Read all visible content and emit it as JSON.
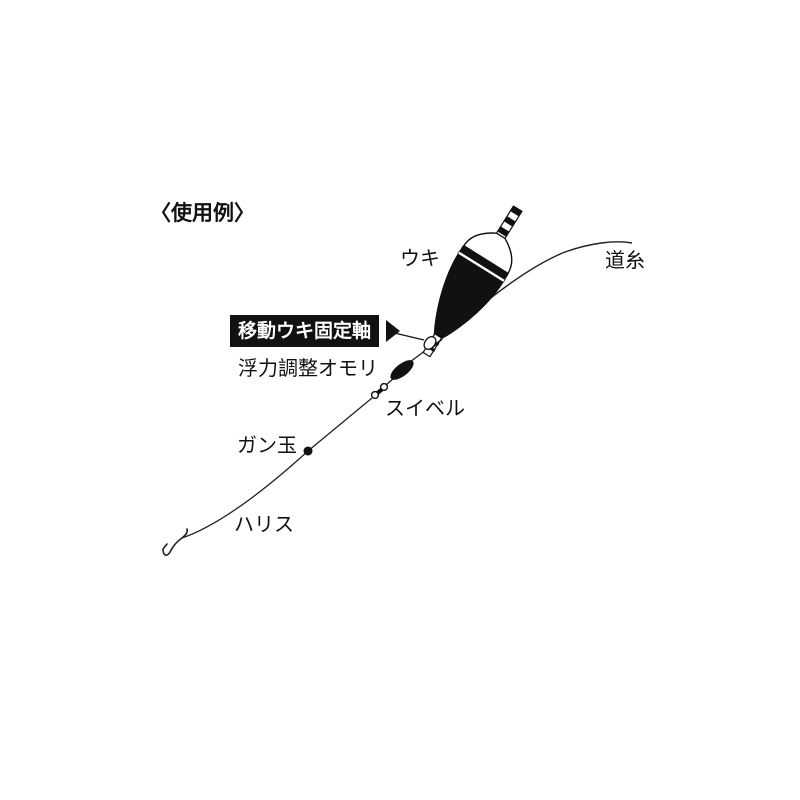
{
  "heading": "〈使用例〉",
  "labels": {
    "float": "ウキ",
    "main_line": "道糸",
    "stopper_axis": "移動ウキ固定軸",
    "buoyancy_weight": "浮力調整オモリ",
    "swivel": "スイベル",
    "split_shot": "ガン玉",
    "leader": "ハリス"
  },
  "colors": {
    "line": "#222222",
    "ink": "#111111",
    "callout_bg": "#111111",
    "callout_text": "#ffffff"
  }
}
